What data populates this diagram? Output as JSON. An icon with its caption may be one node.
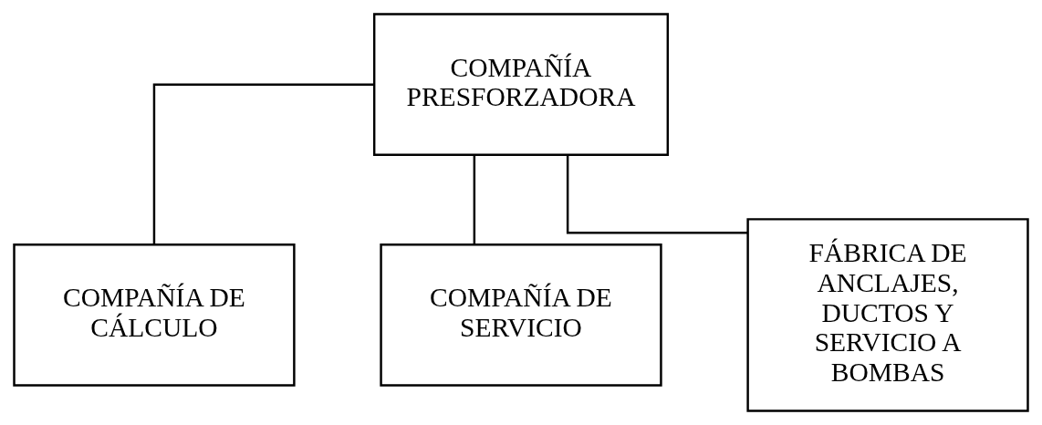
{
  "diagram": {
    "nodes": [
      {
        "text": [
          "COMPAÑÍA PRESFORZADORA"
        ]
      },
      {
        "text": [
          "COMPAÑÍA DE CÁLCULO"
        ]
      },
      {
        "text": [
          "COMPAÑÍA DE SERVICIO"
        ]
      },
      {
        "text": [
          "FÁBRICA DE ANCLAJES, DUCTOS Y SERVICIO A BOMBAS"
        ]
      }
    ],
    "edges": [
      {
        "from": 0,
        "to": 1,
        "arrow": "none"
      },
      {
        "from": 0,
        "to": 2,
        "arrow": "none"
      },
      {
        "from": 0,
        "to": 3,
        "arrow": "none"
      }
    ]
  }
}
